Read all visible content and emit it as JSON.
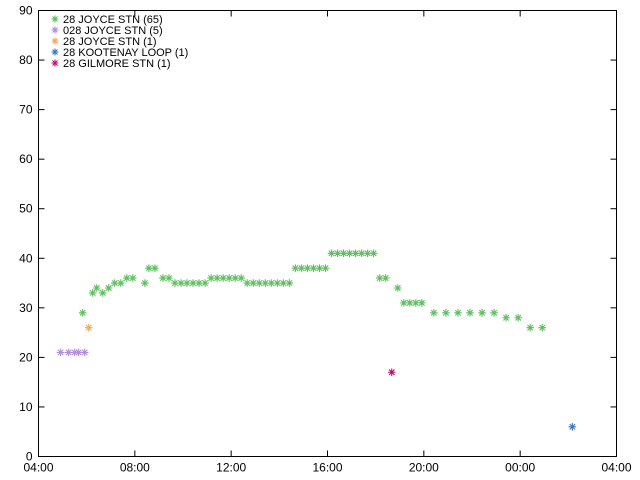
{
  "chart_data": {
    "type": "scatter",
    "marker": "asterisk",
    "legend_placement": "top-left",
    "grid": false,
    "ylim": [
      0,
      90
    ],
    "y_ticks": [
      "0",
      "10",
      "20",
      "30",
      "40",
      "50",
      "60",
      "70",
      "80",
      "90"
    ],
    "xlim": [
      "04:00",
      "04:00 (+1 day)"
    ],
    "x_ticks": [
      "04:00",
      "08:00",
      "12:00",
      "16:00",
      "20:00",
      "00:00",
      "04:00"
    ],
    "series": [
      {
        "name": "28 JOYCE STN (65)",
        "color": "#5fbf5f",
        "points": [
          [
            "05:50",
            29
          ],
          [
            "06:15",
            33
          ],
          [
            "06:25",
            34
          ],
          [
            "06:40",
            33
          ],
          [
            "06:55",
            34
          ],
          [
            "07:10",
            35
          ],
          [
            "07:25",
            35
          ],
          [
            "07:40",
            36
          ],
          [
            "07:55",
            36
          ],
          [
            "08:25",
            35
          ],
          [
            "08:35",
            38
          ],
          [
            "08:50",
            38
          ],
          [
            "09:10",
            36
          ],
          [
            "09:25",
            36
          ],
          [
            "09:40",
            35
          ],
          [
            "09:55",
            35
          ],
          [
            "10:10",
            35
          ],
          [
            "10:25",
            35
          ],
          [
            "10:40",
            35
          ],
          [
            "10:55",
            35
          ],
          [
            "11:10",
            36
          ],
          [
            "11:25",
            36
          ],
          [
            "11:40",
            36
          ],
          [
            "11:55",
            36
          ],
          [
            "12:10",
            36
          ],
          [
            "12:25",
            36
          ],
          [
            "12:40",
            35
          ],
          [
            "12:55",
            35
          ],
          [
            "13:10",
            35
          ],
          [
            "13:25",
            35
          ],
          [
            "13:40",
            35
          ],
          [
            "13:55",
            35
          ],
          [
            "14:10",
            35
          ],
          [
            "14:25",
            35
          ],
          [
            "14:40",
            38
          ],
          [
            "14:55",
            38
          ],
          [
            "15:10",
            38
          ],
          [
            "15:25",
            38
          ],
          [
            "15:40",
            38
          ],
          [
            "15:55",
            38
          ],
          [
            "16:10",
            41
          ],
          [
            "16:25",
            41
          ],
          [
            "16:40",
            41
          ],
          [
            "16:55",
            41
          ],
          [
            "17:10",
            41
          ],
          [
            "17:25",
            41
          ],
          [
            "17:40",
            41
          ],
          [
            "17:55",
            41
          ],
          [
            "18:10",
            36
          ],
          [
            "18:25",
            36
          ],
          [
            "18:55",
            34
          ],
          [
            "19:10",
            31
          ],
          [
            "19:25",
            31
          ],
          [
            "19:40",
            31
          ],
          [
            "19:55",
            31
          ],
          [
            "20:25",
            29
          ],
          [
            "20:55",
            29
          ],
          [
            "21:25",
            29
          ],
          [
            "21:55",
            29
          ],
          [
            "22:25",
            29
          ],
          [
            "22:55",
            29
          ],
          [
            "23:25",
            28
          ],
          [
            "23:55",
            28
          ],
          [
            "00:25",
            26
          ],
          [
            "00:55",
            26
          ]
        ]
      },
      {
        "name": "028 JOYCE STN (5)",
        "color": "#b08fd8",
        "points": [
          [
            "04:55",
            21
          ],
          [
            "05:15",
            21
          ],
          [
            "05:30",
            21
          ],
          [
            "05:40",
            21
          ],
          [
            "05:55",
            21
          ]
        ]
      },
      {
        "name": "28 JOYCE STN (1)",
        "color": "#f5a85a",
        "points": [
          [
            "06:05",
            26
          ]
        ]
      },
      {
        "name": "28 KOOTENAY LOOP (1)",
        "color": "#3a76c4",
        "points": [
          [
            "02:10",
            6
          ]
        ]
      },
      {
        "name": "28 GILMORE STN (1)",
        "color": "#c0106e",
        "points": [
          [
            "18:40",
            17
          ]
        ]
      }
    ]
  }
}
